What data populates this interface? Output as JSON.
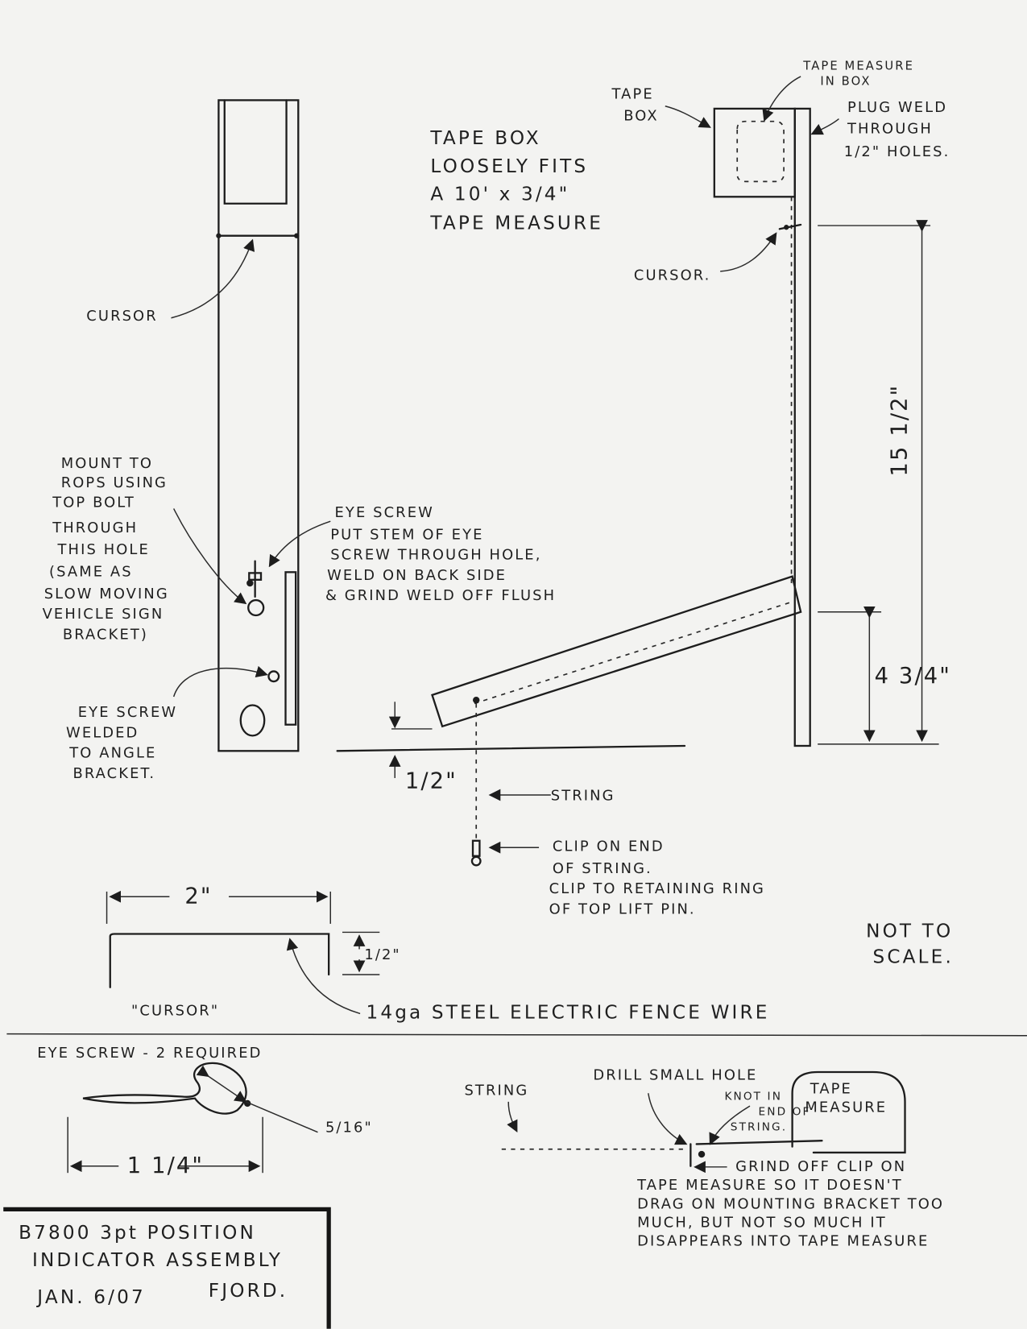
{
  "title_block": {
    "line1": "B7800 3pt POSITION",
    "line2": "INDICATOR ASSEMBLY",
    "date": "JAN. 6/07",
    "author": "FJORD."
  },
  "front_view": {
    "cursor_label": "CURSOR",
    "mount_note": [
      "MOUNT TO",
      "ROPS USING",
      "TOP BOLT",
      "THROUGH",
      "THIS HOLE",
      "(SAME AS",
      "SLOW MOVING",
      "VEHICLE SIGN",
      "BRACKET)"
    ],
    "eye_screw_welded": [
      "EYE SCREW",
      "WELDED",
      "TO ANGLE",
      "BRACKET."
    ]
  },
  "side_view": {
    "tape_box_note": [
      "TAPE BOX",
      "LOOSELY FITS",
      "A 10' x 3/4\"",
      "TAPE MEASURE"
    ],
    "tape_box_label": [
      "TAPE",
      "BOX"
    ],
    "tape_in_box": [
      "TAPE MEASURE",
      "IN BOX"
    ],
    "plug_weld": [
      "PLUG WELD",
      "THROUGH",
      "1/2\" HOLES."
    ],
    "cursor_label": "CURSOR.",
    "eye_screw_note": [
      "EYE SCREW",
      "PUT STEM OF EYE",
      "SCREW THROUGH HOLE,",
      "WELD ON BACK SIDE",
      "& GRIND WELD OFF FLUSH"
    ],
    "dim_overall": "15 1/2\"",
    "dim_lower": "4 3/4\"",
    "dim_gap": "1/2\"",
    "string_label": "STRING",
    "clip_note": [
      "CLIP ON END",
      "OF STRING.",
      "CLIP TO RETAINING RING",
      "OF TOP LIFT PIN."
    ],
    "not_to_scale": [
      "NOT TO",
      "SCALE."
    ]
  },
  "cursor_detail": {
    "width_dim": "2\"",
    "height_dim": "1/2\"",
    "label": "\"CURSOR\"",
    "wire_note": "14ga STEEL ELECTRIC FENCE WIRE"
  },
  "eye_screw_detail": {
    "title": "EYE SCREW - 2 REQUIRED",
    "length_dim": "1 1/4\"",
    "eye_dim": "5/16\""
  },
  "tape_detail": {
    "string_label": "STRING",
    "drill_note": "DRILL SMALL HOLE",
    "knot_note": [
      "KNOT IN",
      "END OF",
      "STRING."
    ],
    "tape_label": [
      "TAPE",
      "MEASURE"
    ],
    "grind_note": [
      "GRIND OFF CLIP ON",
      "TAPE MEASURE SO IT DOESN'T",
      "DRAG ON MOUNTING BRACKET TOO",
      "MUCH, BUT NOT SO MUCH IT",
      "DISAPPEARS INTO TAPE MEASURE"
    ]
  }
}
